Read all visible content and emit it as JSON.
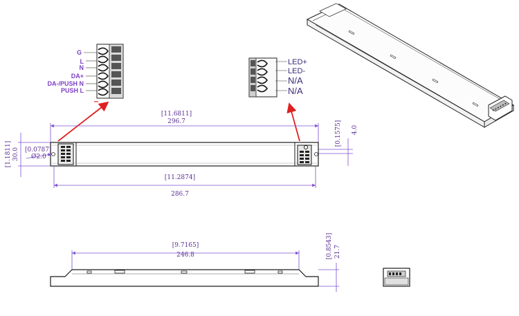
{
  "colors": {
    "dimension": "#6b3fc0",
    "arrow": "#e02020",
    "outline": "#1a1a1a"
  },
  "left_terminal": {
    "pins": [
      "G",
      "L",
      "N",
      "DA+",
      "DA-/PUSH N",
      "PUSH L"
    ]
  },
  "right_terminal": {
    "pins": [
      "LED+",
      "LED-",
      "N/A",
      "N/A"
    ]
  },
  "top_view": {
    "overall_length_in": "[11.6811]",
    "overall_length_mm": "296.7",
    "mount_length_in": "[11.2874]",
    "mount_length_mm": "286.7",
    "height_in": "[1.1811]",
    "height_mm": "30.0",
    "hole_in": "[0.0787]",
    "hole_mm": "Ø2.0",
    "end_in": "[0.1575]",
    "end_mm": "4.0"
  },
  "side_view": {
    "length_in": "[9.7165]",
    "length_mm": "246.8",
    "height_in": "[0.8543]",
    "height_mm": "21.7"
  }
}
